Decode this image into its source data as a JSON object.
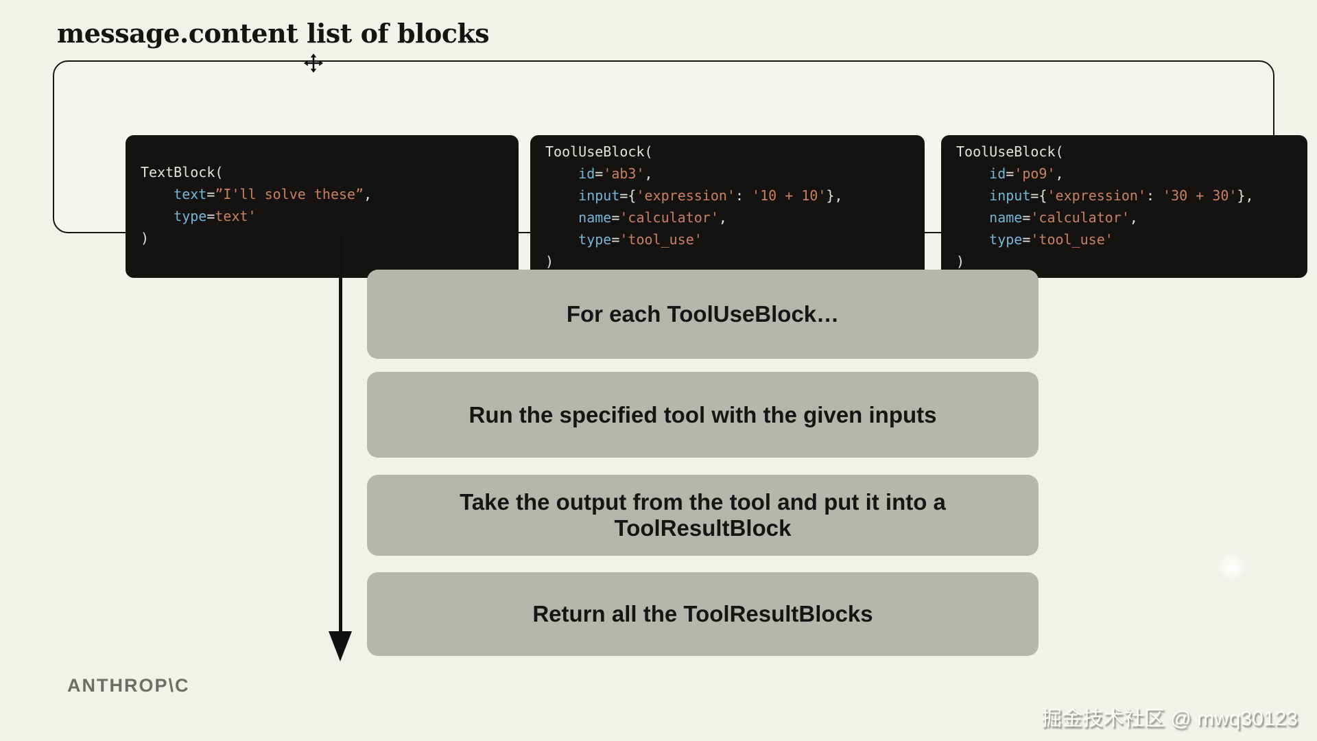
{
  "page": {
    "title": "message.content list of blocks",
    "background": "#f2f2eb",
    "container_background": "#f5f5ef",
    "container_border": "#161616"
  },
  "code": {
    "colors": {
      "block_bg": "#151311",
      "plain": "#e4e2dd",
      "keyword": "#72b7da",
      "string": "#c9815f"
    },
    "blocks": [
      {
        "id": "text-block",
        "lines": [
          [
            [
              "p",
              "TextBlock("
            ]
          ],
          [
            [
              "p",
              "    "
            ],
            [
              "k",
              "text"
            ],
            [
              "p",
              "="
            ],
            [
              "s",
              "”I'll solve these”"
            ],
            [
              "p",
              ","
            ]
          ],
          [
            [
              "p",
              "    "
            ],
            [
              "k",
              "type"
            ],
            [
              "p",
              "="
            ],
            [
              "s",
              "text'"
            ]
          ],
          [
            [
              "p",
              ")"
            ]
          ]
        ]
      },
      {
        "id": "tool-use-block-1",
        "lines": [
          [
            [
              "p",
              "ToolUseBlock("
            ]
          ],
          [
            [
              "p",
              "    "
            ],
            [
              "k",
              "id"
            ],
            [
              "p",
              "="
            ],
            [
              "s",
              "'ab3'"
            ],
            [
              "p",
              ","
            ]
          ],
          [
            [
              "p",
              "    "
            ],
            [
              "k",
              "input"
            ],
            [
              "p",
              "={"
            ],
            [
              "s",
              "'expression'"
            ],
            [
              "p",
              ": "
            ],
            [
              "s",
              "'10 + 10'"
            ],
            [
              "p",
              "},"
            ]
          ],
          [
            [
              "p",
              "    "
            ],
            [
              "k",
              "name"
            ],
            [
              "p",
              "="
            ],
            [
              "s",
              "'calculator'"
            ],
            [
              "p",
              ","
            ]
          ],
          [
            [
              "p",
              "    "
            ],
            [
              "k",
              "type"
            ],
            [
              "p",
              "="
            ],
            [
              "s",
              "'tool_use'"
            ]
          ],
          [
            [
              "p",
              ")"
            ]
          ]
        ]
      },
      {
        "id": "tool-use-block-2",
        "lines": [
          [
            [
              "p",
              "ToolUseBlock("
            ]
          ],
          [
            [
              "p",
              "    "
            ],
            [
              "k",
              "id"
            ],
            [
              "p",
              "="
            ],
            [
              "s",
              "'po9'"
            ],
            [
              "p",
              ","
            ]
          ],
          [
            [
              "p",
              "    "
            ],
            [
              "k",
              "input"
            ],
            [
              "p",
              "={"
            ],
            [
              "s",
              "'expression'"
            ],
            [
              "p",
              ": "
            ],
            [
              "s",
              "'30 + 30'"
            ],
            [
              "p",
              "},"
            ]
          ],
          [
            [
              "p",
              "    "
            ],
            [
              "k",
              "name"
            ],
            [
              "p",
              "="
            ],
            [
              "s",
              "'calculator'"
            ],
            [
              "p",
              ","
            ]
          ],
          [
            [
              "p",
              "    "
            ],
            [
              "k",
              "type"
            ],
            [
              "p",
              "="
            ],
            [
              "s",
              "'tool_use'"
            ]
          ],
          [
            [
              "p",
              ")"
            ]
          ]
        ]
      }
    ]
  },
  "steps": [
    {
      "label": "For each ToolUseBlock…"
    },
    {
      "label": "Run the specified tool with the given inputs"
    },
    {
      "label": "Take the output from the tool and put it into a ToolResultBlock"
    },
    {
      "label": "Return all the ToolResultBlocks"
    }
  ],
  "steps_style": {
    "box_bg": "#b7b6ad",
    "text_color": "#151515"
  },
  "footer": {
    "logo": "ANTHROP\\C",
    "watermark": "掘金技术社区 @ mwq30123"
  }
}
